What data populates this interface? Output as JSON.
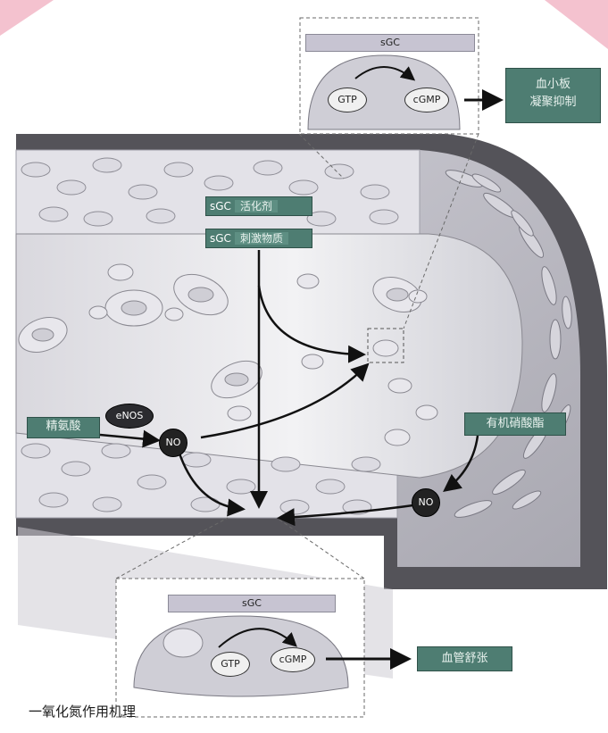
{
  "title": "一氧化氮作用机理",
  "top_panel": {
    "enzyme_label": "sGC",
    "substrate": "GTP",
    "product": "cGMP",
    "effect_label_line1": "血小板",
    "effect_label_line2": "凝聚抑制"
  },
  "middle_labels": {
    "activator_prefix": "sGC",
    "activator_suffix": "活化剂",
    "stimulator_prefix": "sGC",
    "stimulator_suffix": "刺激物质"
  },
  "left_labels": {
    "arginine": "精氨酸",
    "enos": "eNOS",
    "no_left": "NO"
  },
  "right_labels": {
    "nitrates": "有机硝酸酯",
    "no_right": "NO"
  },
  "bottom_panel": {
    "enzyme_label": "sGC",
    "substrate": "GTP",
    "product": "cGMP",
    "effect_label": "血管舒张"
  },
  "colors": {
    "accent_green": "#4e7d72",
    "light_purple": "#c7c4d2",
    "vessel_gray": "#b7b6bd",
    "dark_gray": "#535259"
  }
}
